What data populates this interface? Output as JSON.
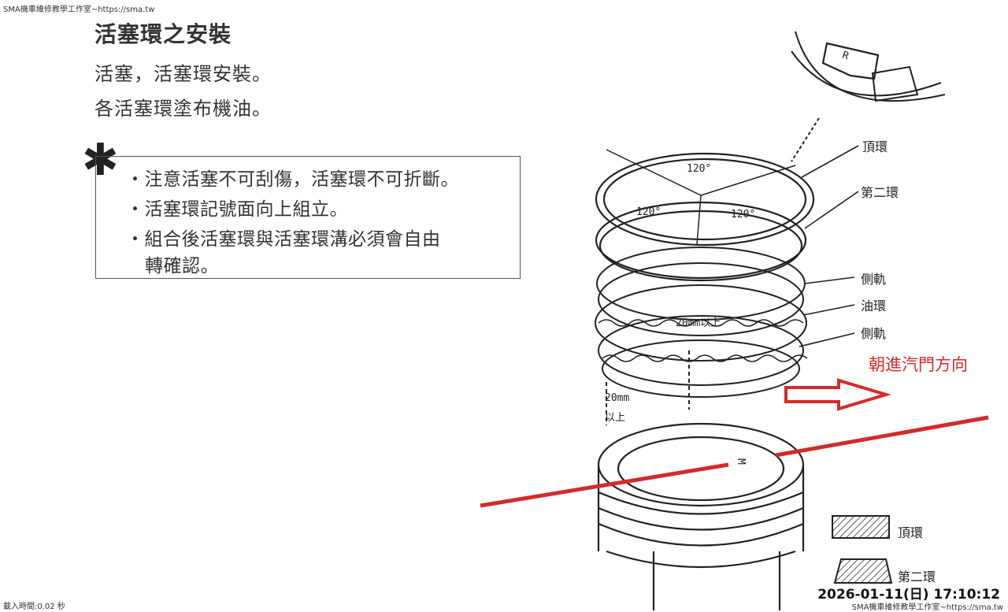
{
  "header_watermark": "SMA機車維修教學工作室~https://sma.tw",
  "title": "活塞環之安裝",
  "lines": [
    "活塞，活塞環安裝。",
    "各活塞環塗布機油。"
  ],
  "notes": [
    "・注意活塞不可刮傷，活塞環不可折斷。",
    "・活塞環記號面向上組立。",
    "・組合後活塞環與活塞環溝必須會自由",
    "轉確認。"
  ],
  "figure": {
    "angles": [
      "120°",
      "120°",
      "120°"
    ],
    "ring_labels": [
      "頂環",
      "第二環",
      "側軌",
      "油環",
      "側軌"
    ],
    "gap_label_1": "20mm以上",
    "gap_label_2a": "20mm",
    "gap_label_2b": "以上",
    "red_label": "朝進汽門方向",
    "mark_letter": "R",
    "piston_mark": "M",
    "legend": [
      "頂環",
      "第二環"
    ]
  },
  "colors": {
    "accent_red": "#d42a2a"
  },
  "footer": {
    "load_time": "載入時間:0.02 秒",
    "timestamp": "2026-01-11(日) 17:10:12",
    "watermark": "SMA機車維修教學工作室~https://sma.tw"
  }
}
